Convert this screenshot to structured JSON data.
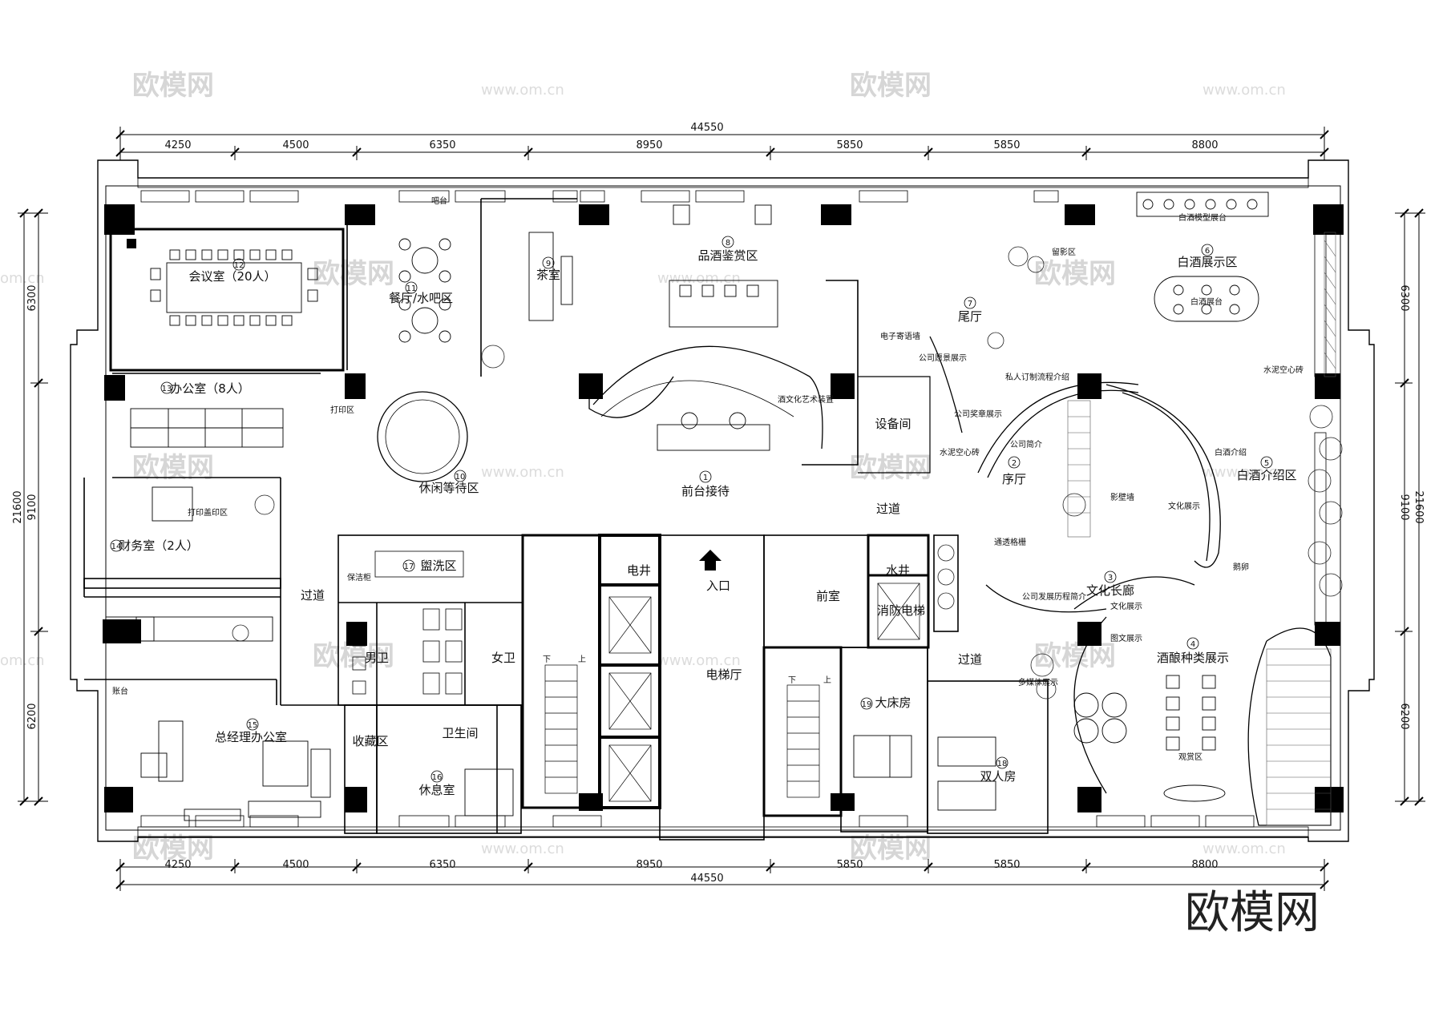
{
  "watermark": {
    "brand": "欧模网",
    "url": "www.om.cn",
    "url_partial": "om.cn",
    "corner_brand": "欧模网"
  },
  "dimensions": {
    "total_top": "44550",
    "total_bottom": "44550",
    "segments_top": [
      "4250",
      "4500",
      "6350",
      "8950",
      "5850",
      "5850",
      "8800"
    ],
    "segments_bottom": [
      "4250",
      "4500",
      "6350",
      "8950",
      "5850",
      "5850",
      "8800"
    ],
    "total_left": "21600",
    "total_right": "21600",
    "segments_left": [
      "6300",
      "9100",
      "6200"
    ],
    "segments_right": [
      "6300",
      "9100",
      "6200"
    ]
  },
  "rooms": [
    {
      "num": "1",
      "name": "前台接待"
    },
    {
      "num": "2",
      "name": "序厅"
    },
    {
      "num": "3",
      "name": "文化长廊"
    },
    {
      "num": "4",
      "name": "酒酿种类展示"
    },
    {
      "num": "5",
      "name": "白酒介绍区"
    },
    {
      "num": "6",
      "name": "白酒展示区"
    },
    {
      "num": "7",
      "name": "尾厅"
    },
    {
      "num": "8",
      "name": "品酒鉴赏区"
    },
    {
      "num": "9",
      "name": "茶室"
    },
    {
      "num": "10",
      "name": "休闲等待区"
    },
    {
      "num": "11",
      "name": "餐厅/水吧区"
    },
    {
      "num": "12",
      "name": "会议室（20人）"
    },
    {
      "num": "13",
      "name": "办公室（8人）"
    },
    {
      "num": "14",
      "name": "财务室（2人）"
    },
    {
      "num": "15",
      "name": "总经理办公室"
    },
    {
      "num": "16",
      "name": "休息室"
    },
    {
      "num": "17",
      "name": "盥洗区"
    },
    {
      "num": "18",
      "name": "双人房"
    },
    {
      "num": "19",
      "name": "大床房"
    }
  ],
  "areas": {
    "corridor": "过道",
    "equipment_room": "设备间",
    "electric_shaft": "电井",
    "water_shaft": "水井",
    "entrance": "入口",
    "elevator_hall": "电梯厅",
    "front_room": "前室",
    "fire_elevator": "消防电梯",
    "mens_wc": "男卫",
    "womens_wc": "女卫",
    "bathroom": "卫生间",
    "collection_area": "收藏区",
    "cleaning_cabinet": "保洁柜",
    "stair_down": "下",
    "stair_up": "上"
  },
  "labels": {
    "baijiu_model_stand": "白酒模型展台",
    "baijiu_stand": "白酒展台",
    "photo_area": "留影区",
    "e_wall": "电子寄语墙",
    "company_vision": "公司愿景展示",
    "custom_process": "私人订制流程介绍",
    "company_awards": "公司奖章展示",
    "company_intro": "公司简介",
    "cement_logo_1": "水泥空心砖",
    "cement_logo_2": "水泥空心砖",
    "baijiu_intro": "白酒介绍",
    "culture_display_1": "文化展示",
    "culture_display_2": "文化展示",
    "shadow_wall": "影壁墙",
    "vent_grille": "通透格栅",
    "dev_history": "公司发展历程简介",
    "text_display": "图文展示",
    "multimedia": "多媒体展示",
    "viewing_area": "观赏区",
    "print_area_1": "打印区",
    "print_area_2": "打印盖印区",
    "bar_counter": "吧台",
    "wine_art": "酒文化艺术装置",
    "bench": "鹅卵",
    "accounts": "账台"
  }
}
